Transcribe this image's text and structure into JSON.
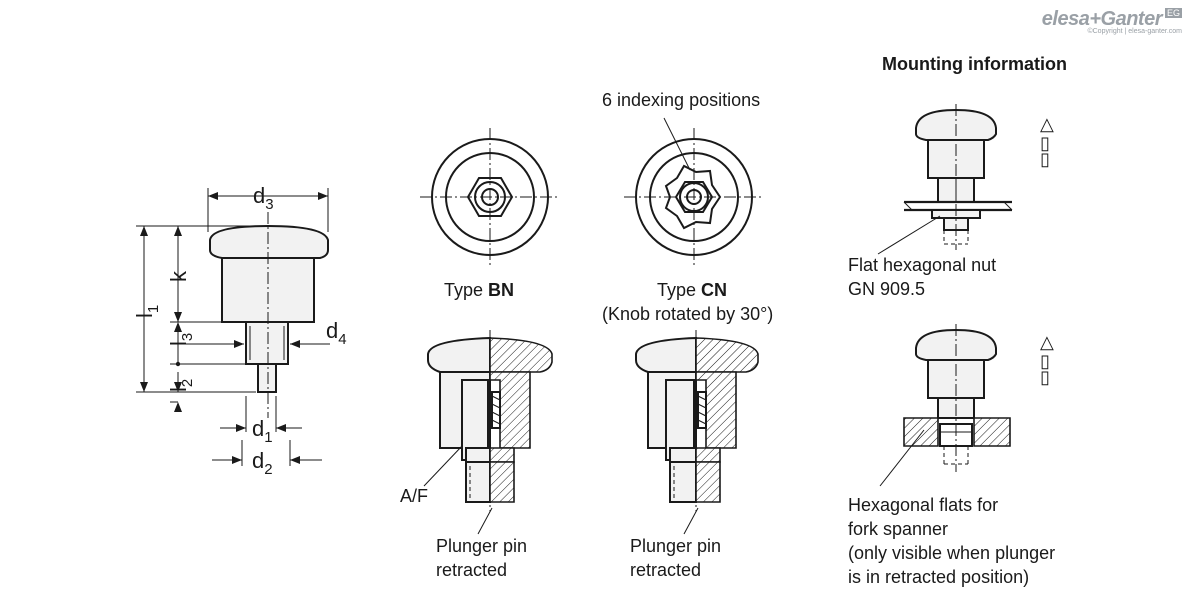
{
  "brand": {
    "name": "elesa+Ganter",
    "badge": "EG",
    "copyright": "©Copyright | elesa-ganter.com"
  },
  "heading": {
    "mounting": "Mounting information"
  },
  "dimensions": {
    "d3": {
      "main": "d",
      "sub": "3"
    },
    "d4": {
      "main": "d",
      "sub": "4"
    },
    "d1": {
      "main": "d",
      "sub": "1"
    },
    "d2": {
      "main": "d",
      "sub": "2"
    },
    "k": {
      "main": "k",
      "sub": ""
    },
    "l1": {
      "main": "l",
      "sub": "1"
    },
    "l2": {
      "main": "l",
      "sub": "2"
    },
    "l3": {
      "main": "l",
      "sub": "3"
    }
  },
  "views": {
    "bn": {
      "type_prefix": "Type ",
      "type_code": "BN"
    },
    "cn": {
      "type_prefix": "Type ",
      "type_code": "CN",
      "note": "(Knob rotated by 30°)"
    },
    "indexing": "6 indexing positions"
  },
  "sections": {
    "af": "A/F",
    "plunger_bn": [
      "Plunger pin",
      "retracted"
    ],
    "plunger_cn": [
      "Plunger pin",
      "retracted"
    ]
  },
  "mounting": {
    "nut": [
      "Flat hexagonal nut",
      "GN 909.5"
    ],
    "flats": [
      "Hexagonal flats for",
      "fork spanner",
      "(only visible when plunger",
      "is in retracted position)"
    ],
    "glyphs_top": [
      "△",
      "▯",
      "▯"
    ],
    "glyphs_bottom": [
      "△",
      "▯",
      "▯"
    ]
  }
}
